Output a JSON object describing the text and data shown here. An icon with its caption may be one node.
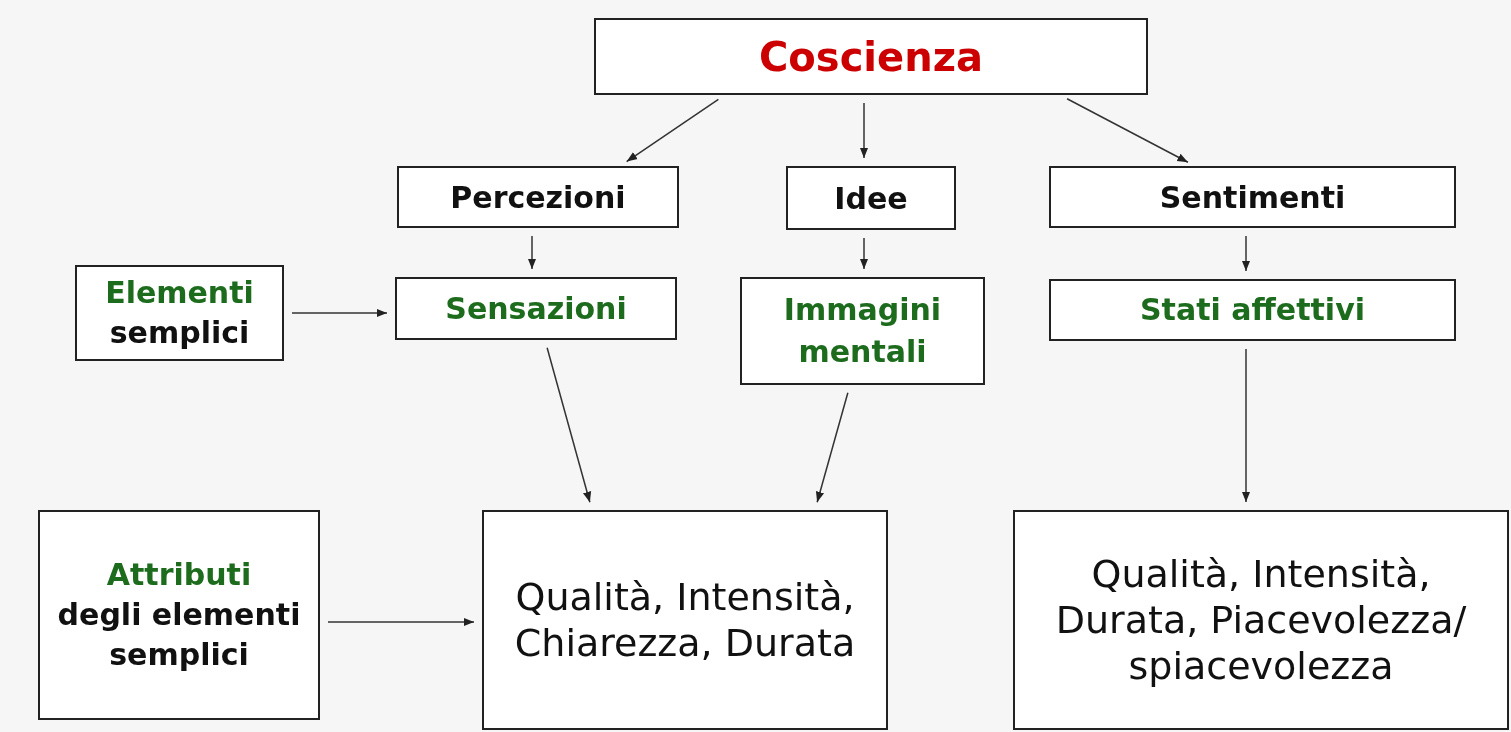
{
  "diagram": {
    "nodes": [
      {
        "text": [
          "Coscienza"
        ]
      },
      {
        "text": [
          "Percezioni"
        ]
      },
      {
        "text": [
          "Idee"
        ]
      },
      {
        "text": [
          "Sentimenti"
        ]
      },
      {
        "text": [
          "Elementi",
          "semplici"
        ]
      },
      {
        "text": [
          "Sensazioni"
        ]
      },
      {
        "text": [
          "Immagini mentali"
        ]
      },
      {
        "text": [
          "Stati affettivi"
        ]
      },
      {
        "text": [
          "Attributi",
          "degli elementi semplici"
        ]
      },
      {
        "text": [
          "Qualità, Intensità, Chiarezza, Durata"
        ]
      },
      {
        "text": [
          "Qualità, Intensità, Durata, Piacevolezza/ spiacevolezza"
        ]
      }
    ],
    "edges": [
      {
        "from": 0,
        "to": 1,
        "arrow": "to"
      },
      {
        "from": 0,
        "to": 2,
        "arrow": "to"
      },
      {
        "from": 0,
        "to": 3,
        "arrow": "to"
      },
      {
        "from": 1,
        "to": 5,
        "arrow": "to"
      },
      {
        "from": 2,
        "to": 6,
        "arrow": "to"
      },
      {
        "from": 3,
        "to": 7,
        "arrow": "to"
      },
      {
        "from": 4,
        "to": 5,
        "arrow": "to"
      },
      {
        "from": 5,
        "to": 9,
        "arrow": "to"
      },
      {
        "from": 6,
        "to": 9,
        "arrow": "to"
      },
      {
        "from": 7,
        "to": 10,
        "arrow": "to"
      },
      {
        "from": 8,
        "to": 9,
        "arrow": "to"
      }
    ]
  }
}
